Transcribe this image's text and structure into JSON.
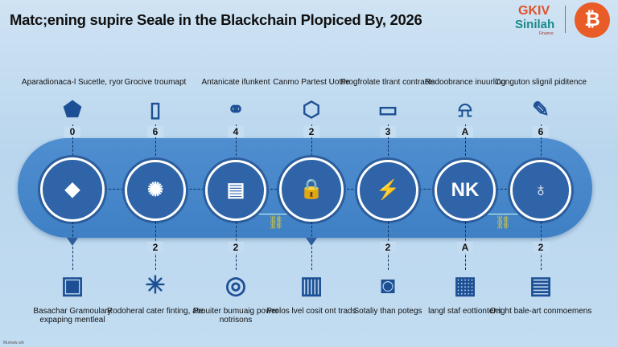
{
  "title": "Matc;ening supire Seale in the  Blackchain Plopiced By, 2026",
  "logo": {
    "line1": "GKIV",
    "line2": "Sinilah",
    "line3": "Finance",
    "coin": "₿"
  },
  "columns": [
    {
      "top_label": "Aparadionaca-l Sucetle, ryor",
      "top_icon": "wallet-icon",
      "top_glyph": "⬟",
      "top_num": "0",
      "circle_glyph": "◆",
      "circle_icon": "globe-icon",
      "bottom_num": "",
      "bottom_icon": "monitor-icon",
      "bottom_glyph": "▣",
      "bottom_label": "Basachar Gramoulary expaping mentleal"
    },
    {
      "top_label": "Grocive troumapt",
      "top_icon": "phone-icon",
      "top_glyph": "▯",
      "top_num": "6",
      "circle_glyph": "✺",
      "circle_icon": "network-icon",
      "bottom_num": "2",
      "bottom_icon": "network-icon",
      "bottom_glyph": "✳",
      "bottom_label": "Rodoheral cater finting, ate"
    },
    {
      "top_label": "Antanicate ifunkent",
      "top_icon": "link-icon",
      "top_glyph": "⚭",
      "top_num": "4",
      "circle_glyph": "▤",
      "circle_icon": "device-icon",
      "bottom_num": "2",
      "bottom_icon": "power-icon",
      "bottom_glyph": "◎",
      "bottom_label": "Prouiter bumuaig power notrisons"
    },
    {
      "top_label": "Canmo Partest Uotse",
      "top_icon": "blockchain-icon",
      "top_glyph": "⬡",
      "top_num": "2",
      "circle_glyph": "🔒",
      "circle_icon": "lock-icon",
      "bottom_num": "",
      "bottom_icon": "clipboard-icon",
      "bottom_glyph": "▥",
      "bottom_label": "Prolos lvel cosit ont trads"
    },
    {
      "top_label": "Progfrolate tlrant contracts",
      "top_icon": "contract-icon",
      "top_glyph": "▭",
      "top_num": "3",
      "circle_glyph": "⚡",
      "circle_icon": "lightning-icon",
      "bottom_num": "2",
      "bottom_icon": "storage-icon",
      "bottom_glyph": "◙",
      "bottom_label": "Sotaliy than potegs"
    },
    {
      "top_label": "Redoobrance inuurling",
      "top_icon": "signal-icon",
      "top_glyph": "⍾",
      "top_num": "A",
      "circle_glyph": "NK",
      "circle_icon": "nk-icon",
      "bottom_num": "A",
      "bottom_icon": "document-icon",
      "bottom_glyph": "▦",
      "bottom_label": "langl staf eottiontens"
    },
    {
      "top_label": "Conguton slignil piditence",
      "top_icon": "tools-icon",
      "top_glyph": "✎",
      "top_num": "6",
      "circle_glyph": "♁",
      "circle_icon": "user-icon",
      "bottom_num": "2",
      "bottom_icon": "screen-icon",
      "bottom_glyph": "▤",
      "bottom_label": "Oright bale-art conmoemens"
    }
  ],
  "footer": "Mumaw ark"
}
